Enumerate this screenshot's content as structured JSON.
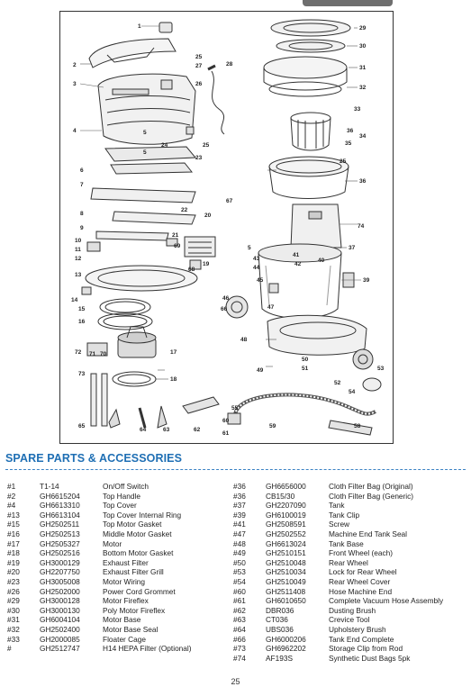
{
  "diagram": {
    "callouts": {
      "c1": "1",
      "c2": "2",
      "c3": "3",
      "c4": "4",
      "c5a": "5",
      "c5b": "5",
      "c5c": "5",
      "c6": "6",
      "c7": "7",
      "c8": "8",
      "c9": "9",
      "c10": "10",
      "c11": "11",
      "c12": "12",
      "c13": "13",
      "c14": "14",
      "c15": "15",
      "c16": "16",
      "c17": "17",
      "c18": "18",
      "c19": "19",
      "c20": "20",
      "c21": "21",
      "c22": "22",
      "c23": "23",
      "c24": "24",
      "c25a": "25",
      "c25b": "25",
      "c25c": "25",
      "c26": "26",
      "c27": "27",
      "c28": "28",
      "c29": "29",
      "c30": "30",
      "c31": "31",
      "c32": "32",
      "c33": "33",
      "c34": "34",
      "c35": "35",
      "c36a": "36",
      "c36b": "36",
      "c37": "37",
      "c39": "39",
      "c40": "40",
      "c41": "41",
      "c42": "42",
      "c43": "43",
      "c44": "44",
      "c45": "45",
      "c46": "46",
      "c47": "47",
      "c48": "48",
      "c49": "49",
      "c50": "50",
      "c51": "51",
      "c52": "52",
      "c53": "53",
      "c54": "54",
      "c55": "55",
      "c58": "58",
      "c59": "59",
      "c60": "60",
      "c61": "61",
      "c62": "62",
      "c63": "63",
      "c64": "64",
      "c65": "65",
      "c66": "66",
      "c67": "67",
      "c68": "68",
      "c69": "69",
      "c70": "70",
      "c71": "71",
      "c72": "72",
      "c73": "73",
      "c74": "74"
    }
  },
  "section_heading": "SPARE PARTS & ACCESSORIES",
  "parts_left": [
    {
      "num": "#1",
      "code": "T1-14",
      "desc": "On/Off Switch"
    },
    {
      "num": "#2",
      "code": "GH6615204",
      "desc": "Top Handle"
    },
    {
      "num": "#4",
      "code": "GH6613310",
      "desc": "Top Cover"
    },
    {
      "num": "#13",
      "code": "GH6613104",
      "desc": "Top Cover Internal Ring"
    },
    {
      "num": "#15",
      "code": "GH2502511",
      "desc": "Top Motor Gasket"
    },
    {
      "num": "#16",
      "code": "GH2502513",
      "desc": "Middle Motor Gasket"
    },
    {
      "num": "#17",
      "code": "GH2505327",
      "desc": "Motor"
    },
    {
      "num": "#18",
      "code": "GH2502516",
      "desc": "Bottom Motor Gasket"
    },
    {
      "num": "#19",
      "code": "GH3000129",
      "desc": "Exhaust Filter"
    },
    {
      "num": "#20",
      "code": "GH2207750",
      "desc": "Exhaust Filter Grill"
    },
    {
      "num": "#23",
      "code": "GH3005008",
      "desc": "Motor Wiring"
    },
    {
      "num": "#26",
      "code": "GH2502000",
      "desc": "Power Cord Grommet"
    },
    {
      "num": "#29",
      "code": "GH3000128",
      "desc": "Motor Fireflex"
    },
    {
      "num": "#30",
      "code": "GH3000130",
      "desc": "Poly Motor Fireflex"
    },
    {
      "num": "#31",
      "code": "GH6004104",
      "desc": "Motor Base"
    },
    {
      "num": "#32",
      "code": "GH2502400",
      "desc": "Motor Base Seal"
    },
    {
      "num": "#33",
      "code": "GH2000085",
      "desc": "Floater Cage"
    },
    {
      "num": "#",
      "code": "GH2512747",
      "desc": "H14 HEPA Filter (Optional)"
    }
  ],
  "parts_right": [
    {
      "num": "#36",
      "code": "GH6656000",
      "desc": "Cloth Filter Bag (Original)"
    },
    {
      "num": "#36",
      "code": "CB15/30",
      "desc": "Cloth Filter Bag (Generic)"
    },
    {
      "num": "#37",
      "code": "GH2207090",
      "desc": "Tank"
    },
    {
      "num": "#39",
      "code": "GH6100019",
      "desc": "Tank Clip"
    },
    {
      "num": "#41",
      "code": "GH2508591",
      "desc": "Screw"
    },
    {
      "num": "#47",
      "code": "GH2502552",
      "desc": "Machine End Tank Seal"
    },
    {
      "num": "#48",
      "code": "GH6613024",
      "desc": "Tank Base"
    },
    {
      "num": "#49",
      "code": "GH2510151",
      "desc": "Front Wheel (each)"
    },
    {
      "num": "#50",
      "code": "GH2510048",
      "desc": "Rear Wheel"
    },
    {
      "num": "#53",
      "code": "GH2510034",
      "desc": "Lock for Rear Wheel"
    },
    {
      "num": "#54",
      "code": "GH2510049",
      "desc": "Rear Wheel Cover"
    },
    {
      "num": "#60",
      "code": "GH2511408",
      "desc": "Hose Machine End"
    },
    {
      "num": "#61",
      "code": "GH6010650",
      "desc": "Complete Vacuum Hose Assembly"
    },
    {
      "num": "#62",
      "code": "DBR036",
      "desc": "Dusting Brush"
    },
    {
      "num": "#63",
      "code": "CT036",
      "desc": "Crevice Tool"
    },
    {
      "num": "#64",
      "code": "UBS036",
      "desc": "Upholstery Brush"
    },
    {
      "num": "#66",
      "code": "GH6000206",
      "desc": "Tank End Complete"
    },
    {
      "num": "#73",
      "code": "GH6962202",
      "desc": "Storage Clip from Rod"
    },
    {
      "num": "#74",
      "code": "AF193S",
      "desc": "Synthetic Dust Bags 5pk"
    }
  ],
  "page_number": "25"
}
